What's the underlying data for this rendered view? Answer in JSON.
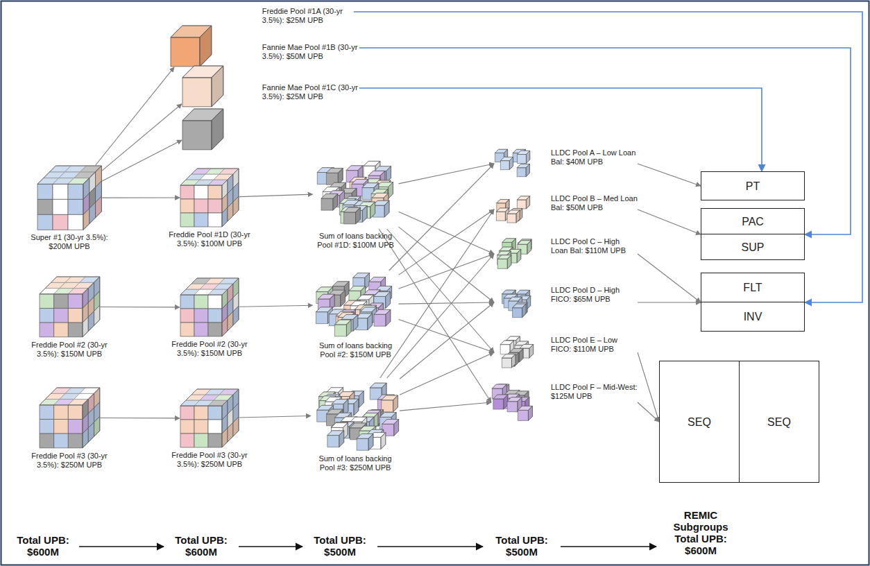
{
  "diagram": {
    "nodes": [
      {
        "text": [
          "Freddie Pool #1A (30-yr 3.5%): $25M UPB"
        ]
      },
      {
        "text": [
          "Fannie Mae Pool #1B (30-yr 3.5%): $50M UPB"
        ]
      },
      {
        "text": [
          "Fannie Mae Pool #1C (30-yr 3.5%): $25M UPB"
        ]
      },
      {
        "text": [
          "Super #1 (30-yr 3.5%): $200M UPB"
        ]
      },
      {
        "text": [
          "Freddie Pool #1D (30-yr 3.5%): $100M UPB"
        ]
      },
      {
        "text": [
          "Sum of loans backing Pool #1D: $100M UPB"
        ]
      },
      {
        "text": [
          "Freddie Pool #2 (30-yr 3.5%): $150M UPB"
        ]
      },
      {
        "text": [
          "Freddie Pool #2 (30-yr 3.5%): $150M UPB"
        ]
      },
      {
        "text": [
          "Sum of loans backing Pool #2: $150M UPB"
        ]
      },
      {
        "text": [
          "Freddie Pool #3 (30-yr 3.5%): $250M UPB"
        ]
      },
      {
        "text": [
          "Freddie Pool #3 (30-yr 3.5%): $250M UPB"
        ]
      },
      {
        "text": [
          "Sum of loans backing Pool #3: $250M UPB"
        ]
      },
      {
        "text": [
          "LLDC Pool A – Low Loan Bal: $40M UPB"
        ]
      },
      {
        "text": [
          "LLDC Pool B – Med Loan Bal: $50M UPB"
        ]
      },
      {
        "text": [
          "LLDC Pool C – High Loan Bal: $110M UPB"
        ]
      },
      {
        "text": [
          "LLDC Pool D – High FICO: $65M UPB"
        ]
      },
      {
        "text": [
          "LLDC Pool E – Low FICO: $110M UPB"
        ]
      },
      {
        "text": [
          "LLDC Pool F – Mid-West: $125M UPB"
        ]
      },
      {
        "text": [
          "PT"
        ]
      },
      {
        "text": [
          "PAC"
        ]
      },
      {
        "text": [
          "SUP"
        ]
      },
      {
        "text": [
          "FLT"
        ]
      },
      {
        "text": [
          "INV"
        ]
      },
      {
        "text": [
          "SEQ"
        ]
      },
      {
        "text": [
          "SEQ"
        ]
      }
    ],
    "edges": [
      {
        "from": 3,
        "to": 0,
        "arrow": "to"
      },
      {
        "from": 3,
        "to": 1,
        "arrow": "to"
      },
      {
        "from": 3,
        "to": 2,
        "arrow": "to"
      },
      {
        "from": 3,
        "to": 4,
        "arrow": "to"
      },
      {
        "from": 4,
        "to": 5,
        "arrow": "to"
      },
      {
        "from": 6,
        "to": 7,
        "arrow": "to"
      },
      {
        "from": 7,
        "to": 8,
        "arrow": "to"
      },
      {
        "from": 9,
        "to": 10,
        "arrow": "to"
      },
      {
        "from": 10,
        "to": 11,
        "arrow": "to"
      },
      {
        "from": 5,
        "to": 12,
        "arrow": "to"
      },
      {
        "from": 5,
        "to": 14,
        "arrow": "to"
      },
      {
        "from": 5,
        "to": 15,
        "arrow": "to"
      },
      {
        "from": 5,
        "to": 16,
        "arrow": "to"
      },
      {
        "from": 5,
        "to": 17,
        "arrow": "to"
      },
      {
        "from": 8,
        "to": 12,
        "arrow": "to"
      },
      {
        "from": 8,
        "to": 13,
        "arrow": "to"
      },
      {
        "from": 8,
        "to": 14,
        "arrow": "to"
      },
      {
        "from": 8,
        "to": 15,
        "arrow": "to"
      },
      {
        "from": 8,
        "to": 16,
        "arrow": "to"
      },
      {
        "from": 11,
        "to": 13,
        "arrow": "to"
      },
      {
        "from": 11,
        "to": 14,
        "arrow": "to"
      },
      {
        "from": 11,
        "to": 15,
        "arrow": "to"
      },
      {
        "from": 11,
        "to": 16,
        "arrow": "to"
      },
      {
        "from": 11,
        "to": 17,
        "arrow": "to"
      },
      {
        "from": 12,
        "to": 18,
        "arrow": "to"
      },
      {
        "from": 13,
        "to": 19,
        "arrow": "to"
      },
      {
        "from": 14,
        "to": 21,
        "arrow": "to"
      },
      {
        "from": 15,
        "to": 21,
        "arrow": "to"
      },
      {
        "from": 16,
        "to": 23,
        "arrow": "to"
      },
      {
        "from": 17,
        "to": 23,
        "arrow": "to"
      },
      {
        "from": 0,
        "to": 21,
        "arrow": "to"
      },
      {
        "from": 1,
        "to": 19,
        "arrow": "to"
      },
      {
        "from": 2,
        "to": 18,
        "arrow": "to"
      }
    ],
    "labels": [
      "Total UPB: $600M",
      "Total UPB: $600M",
      "Total UPB: $500M",
      "Total UPB: $500M",
      "REMIC Subgroups Total UPB: $600M"
    ]
  }
}
